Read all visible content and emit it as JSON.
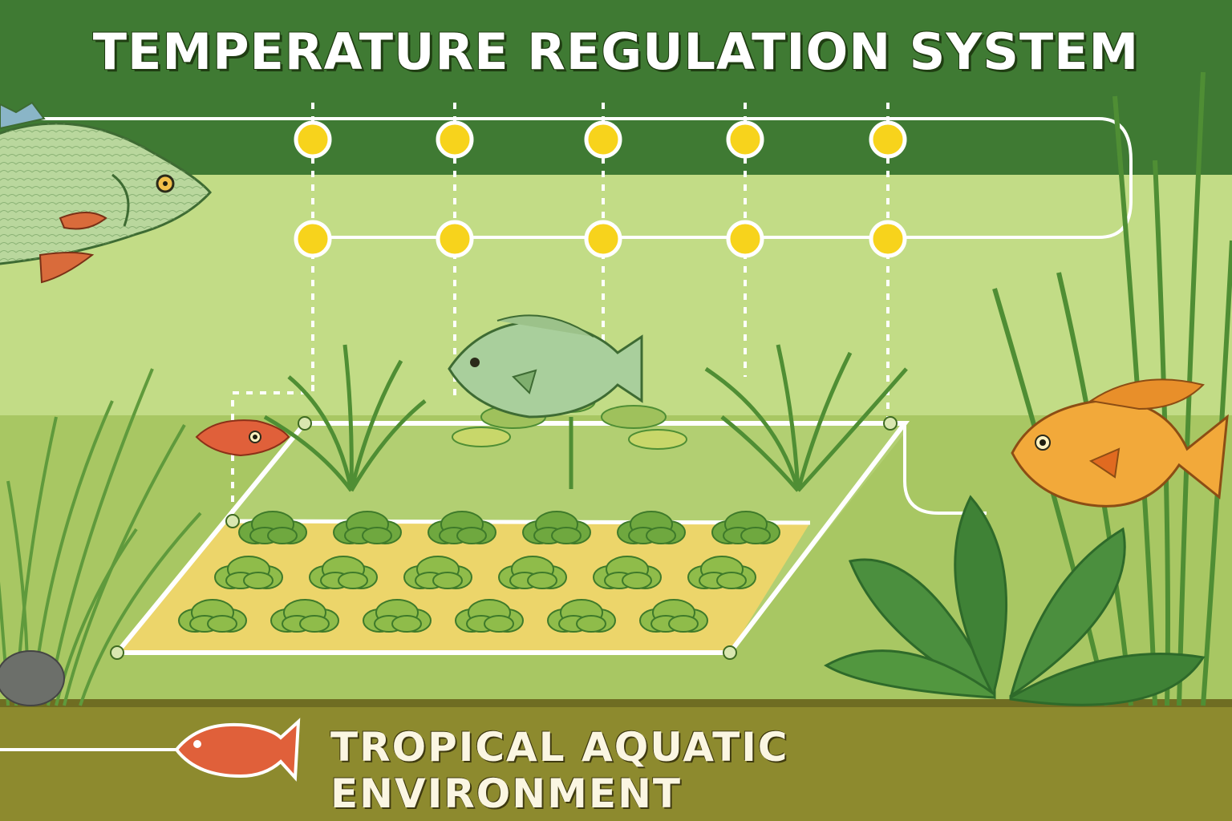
{
  "header": {
    "title": "TEMPERATURE REGULATION SYSTEM"
  },
  "footer": {
    "title": "TROPICAL AQUATIC ENVIRONMENT"
  },
  "colors": {
    "header_band": "#3f7a33",
    "water": "#b5d37a",
    "grow_bed": "#e9d36a",
    "ground": "#8d8a2e",
    "sensor": "#f7d31c",
    "pipe": "#ffffff"
  },
  "sensors": {
    "upper_row": [
      "sensor",
      "sensor",
      "sensor",
      "sensor",
      "sensor"
    ],
    "lower_row": [
      "sensor",
      "sensor",
      "sensor",
      "sensor",
      "sensor"
    ]
  },
  "grow_bed": {
    "plant_rows": 3,
    "plants_per_row": 6
  },
  "icons": [
    "fish-icon",
    "sensor-node-icon",
    "plant-icon",
    "lettuce-icon",
    "rock-icon"
  ]
}
